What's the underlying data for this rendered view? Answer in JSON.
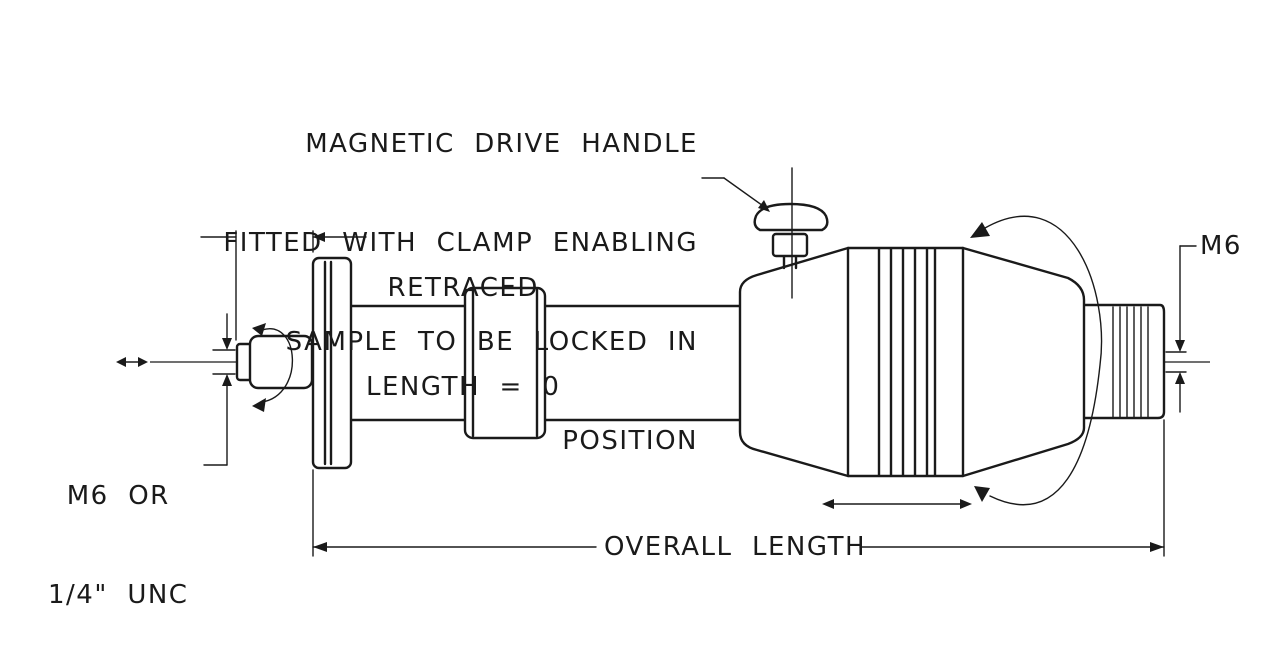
{
  "labels": {
    "handle_note": [
      "MAGNETIC  DRIVE  HANDLE",
      "FITTED  WITH  CLAMP  ENABLING",
      "SAMPLE  TO  BE  LOCKED  IN",
      "POSITION"
    ],
    "retracted": [
      "RETRACED",
      "LENGTH  =  0"
    ],
    "thread_left": [
      "M6  OR",
      "1/4\"  UNC"
    ],
    "thread_right": "M6",
    "overall_length": "OVERALL  LENGTH"
  }
}
